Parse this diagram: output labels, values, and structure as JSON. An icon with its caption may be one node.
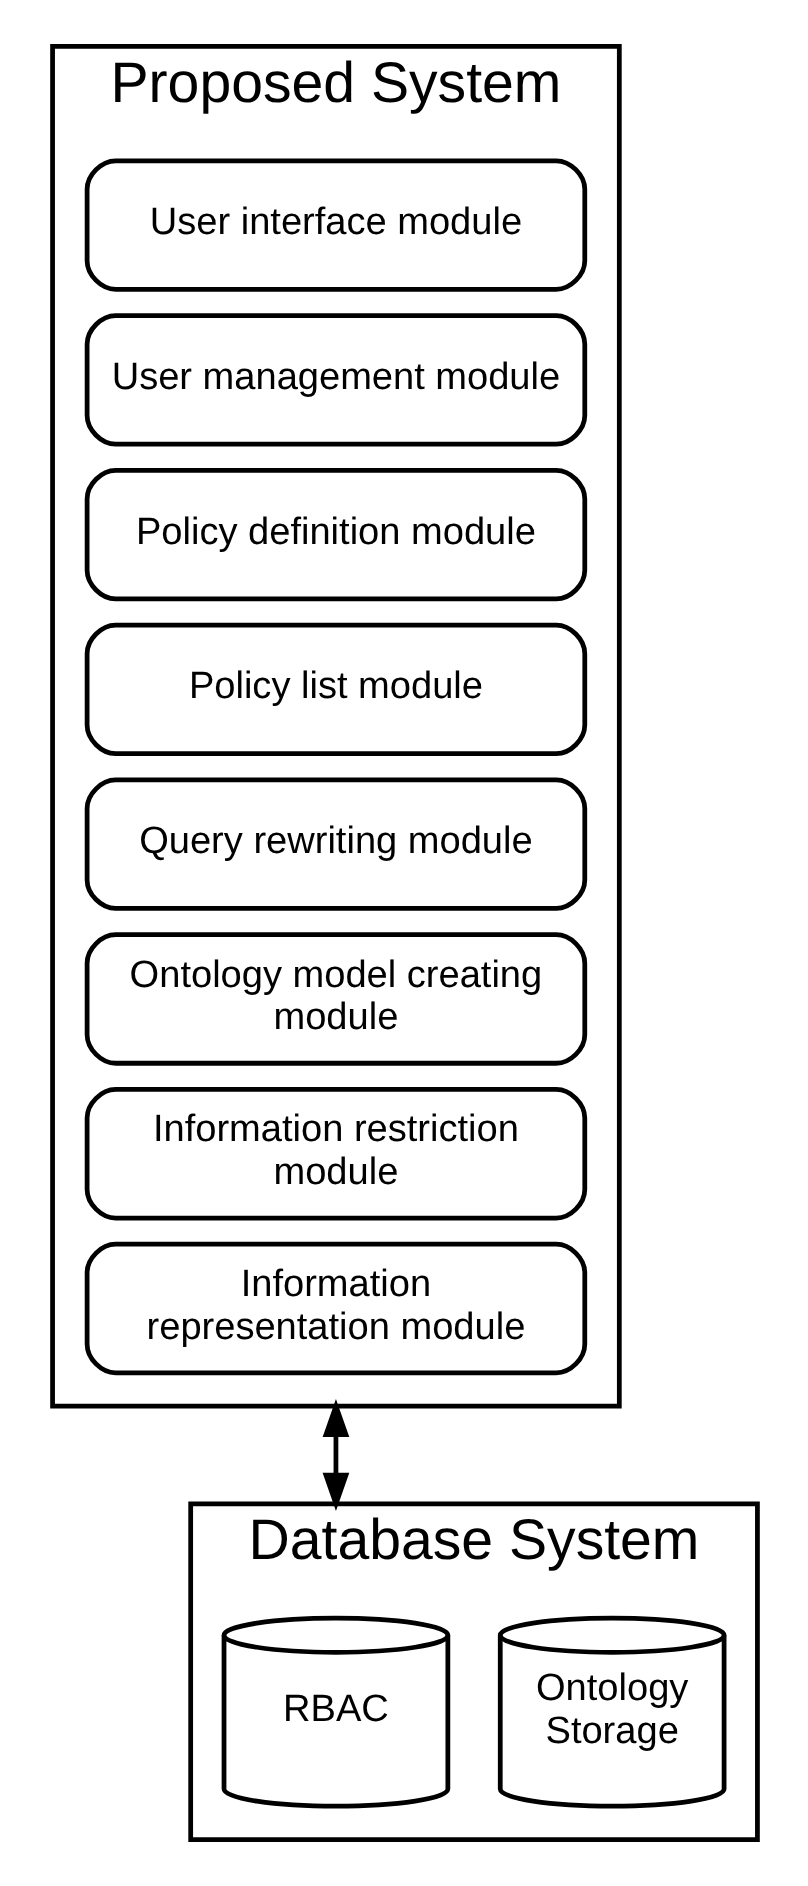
{
  "diagram": {
    "nodes": [
      {
        "text": [
          "Proposed System"
        ]
      },
      {
        "text": [
          "User interface module"
        ],
        "in": 0
      },
      {
        "text": [
          "User management module"
        ],
        "in": 0
      },
      {
        "text": [
          "Policy definition module"
        ],
        "in": 0
      },
      {
        "text": [
          "Policy list module"
        ],
        "in": 0
      },
      {
        "text": [
          "Query rewriting module"
        ],
        "in": 0
      },
      {
        "text": [
          "Ontology model creating module"
        ],
        "in": 0
      },
      {
        "text": [
          "Information restriction module"
        ],
        "in": 0
      },
      {
        "text": [
          "Information representation module"
        ],
        "in": 0
      },
      {
        "text": [
          "Database System"
        ]
      },
      {
        "text": [
          "RBAC"
        ],
        "in": 9
      },
      {
        "text": [
          "Ontology Storage"
        ],
        "in": 9
      }
    ],
    "edges": [
      {
        "from": 0,
        "to": 9,
        "arrow": "both"
      }
    ]
  }
}
